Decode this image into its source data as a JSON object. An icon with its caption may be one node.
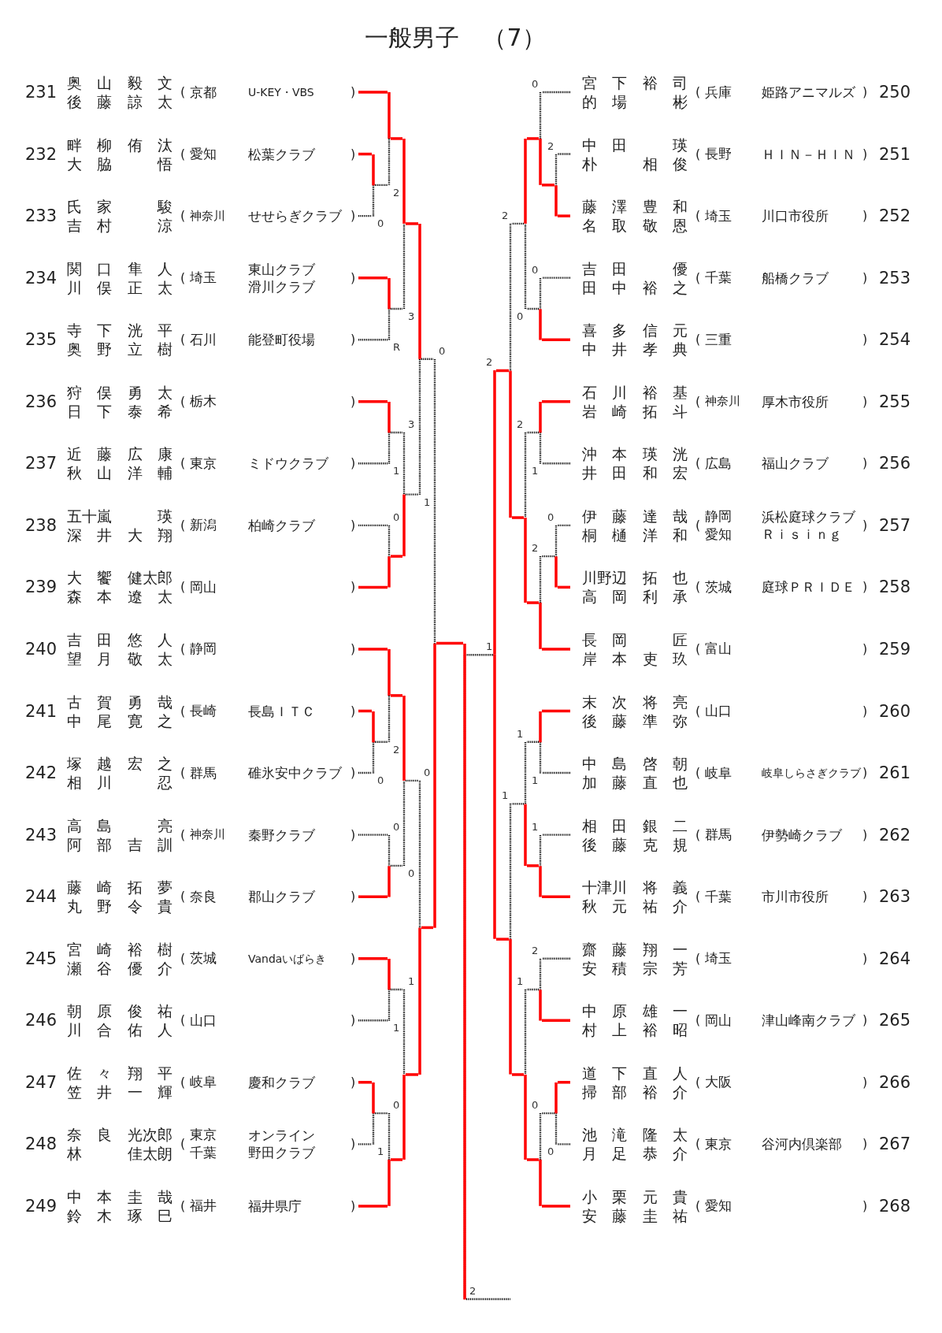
{
  "diagram": {
    "title": "一般男子　（7）",
    "nodes": [
      {
        "text": [
          "231",
          "奥山 毅文",
          "後藤 諒太",
          "(",
          "京都",
          ")"
        ],
        "beside": [
          "U-KEY・VBS"
        ]
      },
      {
        "text": [
          "232",
          "畔柳 侑汰",
          "大脇 悟",
          "(",
          "愛知",
          ")"
        ],
        "beside": [
          "松葉クラブ"
        ]
      },
      {
        "text": [
          "233",
          "氏家 駿",
          "吉村 涼",
          "(",
          "神奈川",
          ")"
        ],
        "beside": [
          "せせらぎクラブ"
        ]
      },
      {
        "text": [
          "234",
          "関口 隼人",
          "川俣 正太",
          "(",
          "埼玉",
          ")"
        ],
        "beside": [
          "東山クラブ",
          "滑川クラブ"
        ]
      },
      {
        "text": [
          "235",
          "寺下 洸平",
          "奥野 立樹",
          "(",
          "石川",
          ")"
        ],
        "beside": [
          "能登町役場"
        ]
      },
      {
        "text": [
          "236",
          "狩俣 勇太",
          "日下 泰希",
          "(",
          "栃木",
          ")"
        ]
      },
      {
        "text": [
          "237",
          "近藤 広康",
          "秋山 洋輔",
          "(",
          "東京",
          ")"
        ],
        "beside": [
          "ミドウクラブ"
        ]
      },
      {
        "text": [
          "238",
          "五十嵐 瑛",
          "深井 大翔",
          "(",
          "新潟",
          ")"
        ],
        "beside": [
          "柏崎クラブ"
        ]
      },
      {
        "text": [
          "239",
          "大饗 健太郎",
          "森本 遼太",
          "(",
          "岡山",
          ")"
        ]
      },
      {
        "text": [
          "240",
          "吉田 悠人",
          "望月 敬太",
          "(",
          "静岡",
          ")"
        ]
      },
      {
        "text": [
          "241",
          "古賀 勇哉",
          "中尾 寛之",
          "(",
          "長崎",
          ")"
        ],
        "beside": [
          "長島ＩＴＣ"
        ]
      },
      {
        "text": [
          "242",
          "塚越 宏之",
          "相川 忍",
          "(",
          "群馬",
          ")"
        ],
        "beside": [
          "碓氷安中クラブ"
        ]
      },
      {
        "text": [
          "243",
          "高島 亮",
          "阿部 吉訓",
          "(",
          "神奈川",
          ")"
        ],
        "beside": [
          "秦野クラブ"
        ]
      },
      {
        "text": [
          "244",
          "藤崎 拓夢",
          "丸野 令貴",
          "(",
          "奈良",
          ")"
        ],
        "beside": [
          "郡山クラブ"
        ]
      },
      {
        "text": [
          "245",
          "宮崎 裕樹",
          "瀬谷 優介",
          "(",
          "茨城",
          ")"
        ],
        "beside": [
          "Vandaいばらき"
        ]
      },
      {
        "text": [
          "246",
          "朝原 俊祐",
          "川合 佑人",
          "(",
          "山口",
          ")"
        ]
      },
      {
        "text": [
          "247",
          "佐々 翔平",
          "笠井 一輝",
          "(",
          "岐阜",
          ")"
        ],
        "beside": [
          "慶和クラブ"
        ]
      },
      {
        "text": [
          "248",
          "奈良 光次郎",
          "林 佳太朗",
          "(",
          "東京",
          "千葉",
          ")"
        ],
        "beside": [
          "オンライン",
          "野田クラブ"
        ]
      },
      {
        "text": [
          "249",
          "中本 圭哉",
          "鈴木 琢巳",
          "(",
          "福井",
          ")"
        ],
        "beside": [
          "福井県庁"
        ]
      },
      {
        "text": [
          "250",
          "宮下 裕司",
          "的場 彬",
          "(",
          "兵庫",
          ")"
        ],
        "beside": [
          "姫路アニマルズ"
        ]
      },
      {
        "text": [
          "251",
          "中田 瑛",
          "朴 相俊",
          "(",
          "長野",
          ")"
        ],
        "beside": [
          "ＨＩＮ－ＨＩＮ"
        ]
      },
      {
        "text": [
          "252",
          "藤澤 豊和",
          "名取 敬恩",
          "(",
          "埼玉",
          ")"
        ],
        "beside": [
          "川口市役所"
        ]
      },
      {
        "text": [
          "253",
          "吉田 優",
          "田中 裕之",
          "(",
          "千葉",
          ")"
        ],
        "beside": [
          "船橋クラブ"
        ]
      },
      {
        "text": [
          "254",
          "喜多 信元",
          "中井 孝典",
          "(",
          "三重",
          ")"
        ]
      },
      {
        "text": [
          "255",
          "石川 裕基",
          "岩崎 拓斗",
          "(",
          "神奈川",
          ")"
        ],
        "beside": [
          "厚木市役所"
        ]
      },
      {
        "text": [
          "256",
          "沖本 瑛洸",
          "井田 和宏",
          "(",
          "広島",
          ")"
        ],
        "beside": [
          "福山クラブ"
        ]
      },
      {
        "text": [
          "257",
          "伊藤 達哉",
          "桐樋 洋和",
          "(",
          "静岡",
          "愛知",
          ")"
        ],
        "beside": [
          "浜松庭球クラブ",
          "Ｒｉｓｉｎｇ"
        ]
      },
      {
        "text": [
          "258",
          "川野辺 拓也",
          "高岡 利承",
          "(",
          "茨城",
          ")"
        ],
        "beside": [
          "庭球ＰＲＩＤＥ"
        ]
      },
      {
        "text": [
          "259",
          "長岡 匠",
          "岸本 吏玖",
          "(",
          "富山",
          ")"
        ]
      },
      {
        "text": [
          "260",
          "末次 将亮",
          "後藤 準弥",
          "(",
          "山口",
          ")"
        ]
      },
      {
        "text": [
          "261",
          "中島 啓朝",
          "加藤 直也",
          "(",
          "岐阜",
          ")"
        ],
        "beside": [
          "岐阜しらさぎクラブ"
        ]
      },
      {
        "text": [
          "262",
          "相田 銀二",
          "後藤 克規",
          "(",
          "群馬",
          ")"
        ],
        "beside": [
          "伊勢崎クラブ"
        ]
      },
      {
        "text": [
          "263",
          "十津川 将義",
          "秋元 祐介",
          "(",
          "千葉",
          ")"
        ],
        "beside": [
          "市川市役所"
        ]
      },
      {
        "text": [
          "264",
          "齋藤 翔一",
          "安積 宗芳",
          "(",
          "埼玉",
          ")"
        ]
      },
      {
        "text": [
          "265",
          "中原 雄一",
          "村上 裕昭",
          "(",
          "岡山",
          ")"
        ],
        "beside": [
          "津山峰南クラブ"
        ]
      },
      {
        "text": [
          "266",
          "道下 直人",
          "掃部 裕介",
          "(",
          "大阪",
          ")"
        ]
      },
      {
        "text": [
          "267",
          "池滝 隆太",
          "月足 恭介",
          "(",
          "東京",
          ")"
        ],
        "beside": [
          "谷河内倶楽部"
        ]
      },
      {
        "text": [
          "268",
          "小栗 元貴",
          "安藤 圭祐",
          "(",
          "愛知",
          ")"
        ]
      },
      {
        "text": [],
        "shape": "bar"
      },
      {
        "text": [],
        "shape": "bar"
      },
      {
        "text": [],
        "shape": "bar"
      },
      {
        "text": [],
        "shape": "bar"
      },
      {
        "text": [],
        "shape": "bar"
      },
      {
        "text": [],
        "shape": "bar"
      },
      {
        "text": [],
        "shape": "bar"
      },
      {
        "text": [],
        "shape": "bar"
      },
      {
        "text": [],
        "shape": "bar"
      },
      {
        "text": [],
        "shape": "bar"
      },
      {
        "text": [],
        "shape": "bar"
      },
      {
        "text": [],
        "shape": "bar"
      },
      {
        "text": [],
        "shape": "bar"
      },
      {
        "text": [],
        "shape": "bar"
      },
      {
        "text": [],
        "shape": "bar"
      },
      {
        "text": [],
        "shape": "bar"
      },
      {
        "text": [],
        "shape": "bar"
      },
      {
        "text": [],
        "shape": "bar"
      },
      {
        "text": [],
        "shape": "bar"
      },
      {
        "text": [],
        "shape": "bar"
      },
      {
        "text": [],
        "shape": "bar"
      },
      {
        "text": [],
        "shape": "bar"
      },
      {
        "text": [],
        "shape": "bar"
      },
      {
        "text": [],
        "shape": "bar"
      },
      {
        "text": [],
        "shape": "bar"
      },
      {
        "text": [],
        "shape": "bar"
      },
      {
        "text": [],
        "shape": "bar"
      },
      {
        "text": [],
        "shape": "bar"
      },
      {
        "text": [],
        "shape": "bar"
      },
      {
        "text": [],
        "shape": "bar"
      },
      {
        "text": [],
        "shape": "bar"
      },
      {
        "text": [],
        "shape": "bar"
      },
      {
        "text": [],
        "shape": "bar"
      },
      {
        "text": [],
        "shape": "bar"
      },
      {
        "text": [],
        "shape": "bar"
      },
      {
        "text": [],
        "shape": "bar"
      },
      {
        "text": [],
        "shape": "bar"
      }
    ],
    "edges": [
      {
        "from": 1,
        "to": 38,
        "arrow": "none"
      },
      {
        "from": 2,
        "to": 38,
        "arrow": "none",
        "style": "dashed",
        "color": "#000000",
        "label": "0"
      },
      {
        "from": 0,
        "to": 39,
        "arrow": "none"
      },
      {
        "from": 38,
        "to": 39,
        "arrow": "none",
        "style": "dashed",
        "color": "#000000",
        "label": "2"
      },
      {
        "from": 3,
        "to": 40,
        "arrow": "none"
      },
      {
        "from": 4,
        "to": 40,
        "arrow": "none",
        "style": "dashed",
        "color": "#000000",
        "label": "R"
      },
      {
        "from": 39,
        "to": 41,
        "arrow": "none"
      },
      {
        "from": 40,
        "to": 41,
        "arrow": "none",
        "style": "dashed",
        "color": "#000000",
        "label": "3"
      },
      {
        "from": 5,
        "to": 42,
        "arrow": "none"
      },
      {
        "from": 6,
        "to": 42,
        "arrow": "none",
        "style": "dashed",
        "color": "#000000",
        "label": "1"
      },
      {
        "from": 7,
        "to": 43,
        "arrow": "none",
        "style": "dashed",
        "color": "#000000",
        "label": "0"
      },
      {
        "from": 8,
        "to": 43,
        "arrow": "none"
      },
      {
        "from": 42,
        "to": 44,
        "arrow": "none",
        "style": "dashed",
        "color": "#000000",
        "label": "3"
      },
      {
        "from": 43,
        "to": 44,
        "arrow": "none"
      },
      {
        "from": 41,
        "to": 45,
        "arrow": "none"
      },
      {
        "from": 44,
        "to": 45,
        "arrow": "none",
        "style": "dashed",
        "color": "#000000",
        "label": "1"
      },
      {
        "from": 10,
        "to": 46,
        "arrow": "none"
      },
      {
        "from": 11,
        "to": 46,
        "arrow": "none",
        "style": "dashed",
        "color": "#000000",
        "label": "0"
      },
      {
        "from": 9,
        "to": 47,
        "arrow": "none"
      },
      {
        "from": 46,
        "to": 47,
        "arrow": "none",
        "style": "dashed",
        "color": "#000000",
        "label": "2"
      },
      {
        "from": 12,
        "to": 48,
        "arrow": "none",
        "style": "dashed",
        "color": "#000000",
        "label": "0"
      },
      {
        "from": 13,
        "to": 48,
        "arrow": "none"
      },
      {
        "from": 47,
        "to": 49,
        "arrow": "none"
      },
      {
        "from": 48,
        "to": 49,
        "arrow": "none",
        "style": "dashed",
        "color": "#000000",
        "label": "0"
      },
      {
        "from": 14,
        "to": 50,
        "arrow": "none"
      },
      {
        "from": 15,
        "to": 50,
        "arrow": "none",
        "style": "dashed",
        "color": "#000000",
        "label": "1"
      },
      {
        "from": 16,
        "to": 51,
        "arrow": "none"
      },
      {
        "from": 17,
        "to": 51,
        "arrow": "none",
        "style": "dashed",
        "color": "#000000",
        "label": "1"
      },
      {
        "from": 51,
        "to": 52,
        "arrow": "none",
        "style": "dashed",
        "color": "#000000",
        "label": "0"
      },
      {
        "from": 18,
        "to": 52,
        "arrow": "none"
      },
      {
        "from": 50,
        "to": 53,
        "arrow": "none",
        "style": "dashed",
        "color": "#000000",
        "label": "1"
      },
      {
        "from": 52,
        "to": 53,
        "arrow": "none"
      },
      {
        "from": 49,
        "to": 54,
        "arrow": "none",
        "style": "dashed",
        "color": "#000000",
        "label": "0"
      },
      {
        "from": 53,
        "to": 54,
        "arrow": "none"
      },
      {
        "from": 45,
        "to": 55,
        "arrow": "none",
        "style": "dashed",
        "color": "#000000",
        "label": "0"
      },
      {
        "from": 54,
        "to": 55,
        "arrow": "none"
      },
      {
        "from": 55,
        "to": 74,
        "arrow": "none"
      },
      {
        "from": 20,
        "to": 56,
        "arrow": "none",
        "style": "dashed",
        "color": "#000000",
        "label": "2"
      },
      {
        "from": 21,
        "to": 56,
        "arrow": "none"
      },
      {
        "from": 19,
        "to": 57,
        "arrow": "none",
        "style": "dashed",
        "color": "#000000",
        "label": "0"
      },
      {
        "from": 56,
        "to": 57,
        "arrow": "none"
      },
      {
        "from": 22,
        "to": 58,
        "arrow": "none",
        "style": "dashed",
        "color": "#000000",
        "label": "0"
      },
      {
        "from": 23,
        "to": 58,
        "arrow": "none"
      },
      {
        "from": 57,
        "to": 59,
        "arrow": "none"
      },
      {
        "from": 58,
        "to": 59,
        "arrow": "none",
        "style": "dashed",
        "color": "#000000",
        "label": "0"
      },
      {
        "from": 24,
        "to": 60,
        "arrow": "none"
      },
      {
        "from": 25,
        "to": 60,
        "arrow": "none",
        "style": "dashed",
        "color": "#000000",
        "label": "1"
      },
      {
        "from": 26,
        "to": 61,
        "arrow": "none",
        "style": "dashed",
        "color": "#000000",
        "label": "0"
      },
      {
        "from": 27,
        "to": 61,
        "arrow": "none"
      },
      {
        "from": 61,
        "to": 62,
        "arrow": "none",
        "style": "dashed",
        "color": "#000000",
        "label": "2"
      },
      {
        "from": 28,
        "to": 62,
        "arrow": "none"
      },
      {
        "from": 60,
        "to": 63,
        "arrow": "none",
        "style": "dashed",
        "color": "#000000",
        "label": "2"
      },
      {
        "from": 62,
        "to": 63,
        "arrow": "none"
      },
      {
        "from": 59,
        "to": 64,
        "arrow": "none",
        "style": "dashed",
        "color": "#000000",
        "label": "2"
      },
      {
        "from": 63,
        "to": 64,
        "arrow": "none"
      },
      {
        "from": 29,
        "to": 65,
        "arrow": "none"
      },
      {
        "from": 30,
        "to": 65,
        "arrow": "none",
        "style": "dashed",
        "color": "#000000",
        "label": "1"
      },
      {
        "from": 31,
        "to": 66,
        "arrow": "none",
        "style": "dashed",
        "color": "#000000",
        "label": "1"
      },
      {
        "from": 32,
        "to": 66,
        "arrow": "none"
      },
      {
        "from": 65,
        "to": 67,
        "arrow": "none",
        "style": "dashed",
        "color": "#000000",
        "label": "1"
      },
      {
        "from": 66,
        "to": 67,
        "arrow": "none"
      },
      {
        "from": 33,
        "to": 68,
        "arrow": "none",
        "style": "dashed",
        "color": "#000000",
        "label": "2"
      },
      {
        "from": 34,
        "to": 68,
        "arrow": "none"
      },
      {
        "from": 35,
        "to": 69,
        "arrow": "none"
      },
      {
        "from": 36,
        "to": 69,
        "arrow": "none",
        "style": "dashed",
        "color": "#000000",
        "label": "0"
      },
      {
        "from": 69,
        "to": 70,
        "arrow": "none",
        "style": "dashed",
        "color": "#000000",
        "label": "0"
      },
      {
        "from": 37,
        "to": 70,
        "arrow": "none"
      },
      {
        "from": 68,
        "to": 71,
        "arrow": "none",
        "style": "dashed",
        "color": "#000000",
        "label": "1"
      },
      {
        "from": 70,
        "to": 71,
        "arrow": "none"
      },
      {
        "from": 67,
        "to": 72,
        "arrow": "none",
        "style": "dashed",
        "color": "#000000",
        "label": "1"
      },
      {
        "from": 71,
        "to": 72,
        "arrow": "none"
      },
      {
        "from": 64,
        "to": 73,
        "arrow": "none",
        "label": "2"
      },
      {
        "from": 72,
        "to": 73,
        "arrow": "none"
      },
      {
        "from": 73,
        "to": 74,
        "arrow": "none",
        "style": "dashed",
        "color": "#000000",
        "label": "1"
      },
      {
        "from": 74,
        "to": null,
        "arrow": "none",
        "style": "dashed",
        "color": "#000000",
        "label": "2"
      }
    ]
  }
}
